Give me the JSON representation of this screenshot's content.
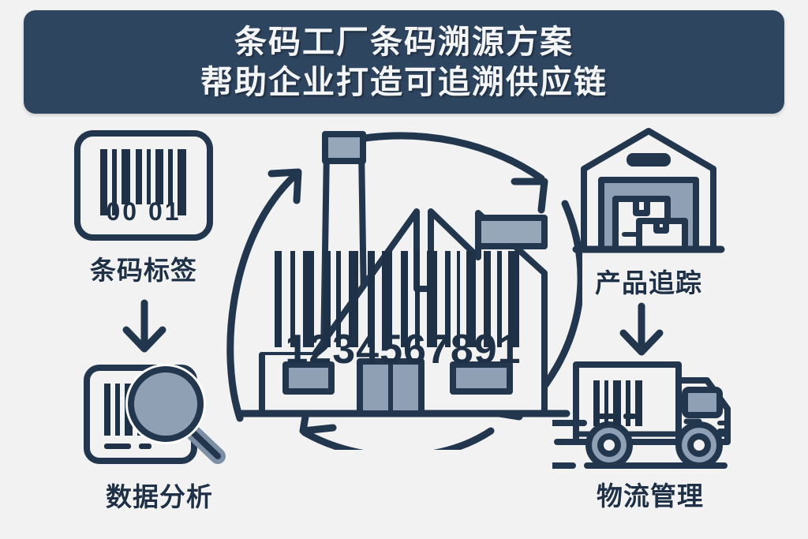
{
  "banner": {
    "line1": "条码工厂条码溯源方案",
    "line2": "帮助企业打造可追溯供应链",
    "background_color": "#2e4560",
    "text_color": "#f4f5f7"
  },
  "canvas": {
    "background_color": "#f2f2f2",
    "ink_color": "#1f3147",
    "fill_color": "#8fa0b4"
  },
  "center": {
    "icon": "factory-icon",
    "barcode_number": "1234567891"
  },
  "nodes": [
    {
      "id": "barcode-label",
      "label": "条码标签",
      "icon": "barcode-label-icon",
      "barcode_number": "00 01"
    },
    {
      "id": "data-analysis",
      "label": "数据分析",
      "icon": "magnifier-barcode-icon"
    },
    {
      "id": "product-tracking",
      "label": "产品追踪",
      "icon": "warehouse-icon"
    },
    {
      "id": "logistics",
      "label": "物流管理",
      "icon": "delivery-truck-icon"
    }
  ],
  "arrows": {
    "cycle_top_left": "arc-arrow-up-left",
    "cycle_top_right": "arc-arrow-right",
    "cycle_bottom_right": "arc-arrow-down-right",
    "cycle_bottom": "arc-arrow-left",
    "connector_left": "arrow-down-icon",
    "connector_right": "arrow-down-icon"
  }
}
